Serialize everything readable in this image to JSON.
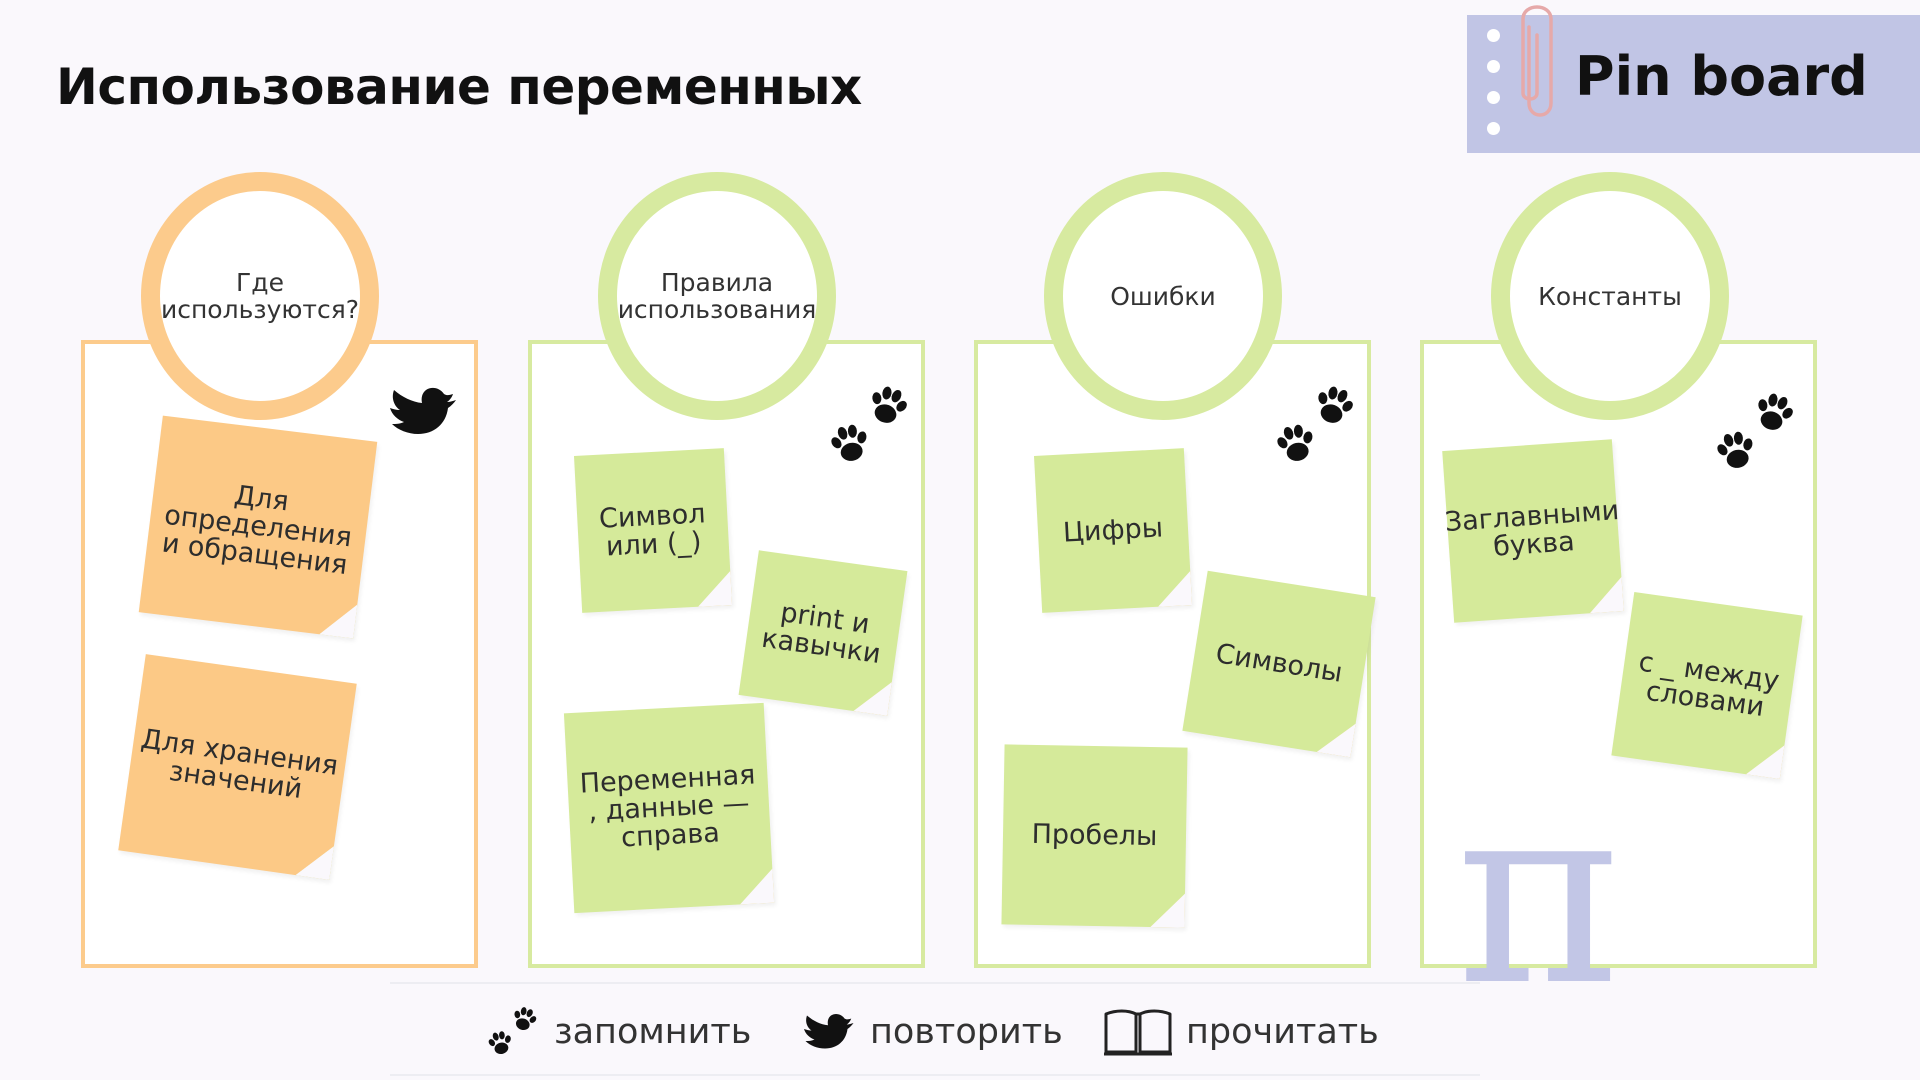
{
  "title": "Использование переменных",
  "pinboard": {
    "label": "Pin board",
    "icon": "paperclip-icon"
  },
  "columns": [
    {
      "heading": "Где используются?",
      "color": "#fccb8c",
      "badge_icon": "bird-icon",
      "notes": [
        "Для определения и обращения",
        "Для хранения значений"
      ]
    },
    {
      "heading": "Правила использования",
      "color": "#d7eaa0",
      "badge_icon": "paw-prints-icon",
      "notes": [
        "Символ или (_)",
        "print и кавычки",
        "Переменная , данные — справа"
      ]
    },
    {
      "heading": "Ошибки",
      "color": "#d7eaa0",
      "badge_icon": "paw-prints-icon",
      "notes": [
        "Цифры",
        "Символы",
        "Пробелы"
      ]
    },
    {
      "heading": "Константы",
      "color": "#d7eaa0",
      "badge_icon": "paw-prints-icon",
      "notes": [
        "Заглавными буква",
        "с _ между словами"
      ]
    }
  ],
  "decoration": {
    "pi_symbol": "π",
    "pi_color": "#c2c6e6"
  },
  "legend": [
    {
      "icon": "paw-prints-icon",
      "label": "запомнить"
    },
    {
      "icon": "bird-icon",
      "label": "повторить"
    },
    {
      "icon": "open-book-icon",
      "label": "прочитать"
    }
  ],
  "colors": {
    "orange": "#fcc986",
    "green": "#d5ea9a",
    "pinboard": "#c1c5e5",
    "background": "#faf8fc"
  }
}
